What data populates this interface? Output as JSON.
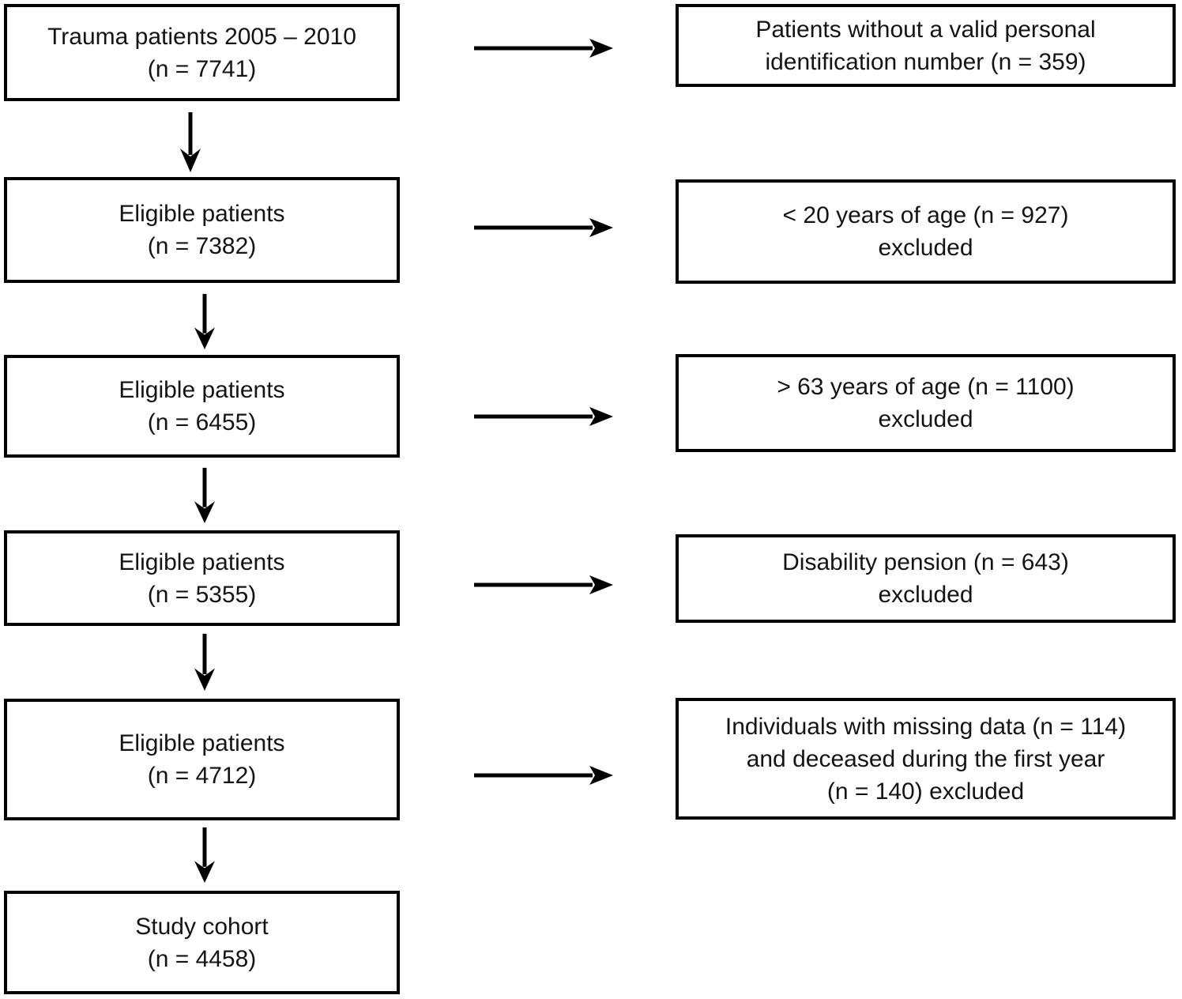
{
  "colors": {
    "border": "#000000",
    "arrow": "#000000",
    "text": "#141414",
    "background": "#ffffff"
  },
  "flow": {
    "left": [
      {
        "id": "trauma-patients-2005-2010",
        "lines": [
          "Trauma patients 2005 – 2010",
          "(n = 7741)"
        ]
      },
      {
        "id": "eligible-patients-7382",
        "lines": [
          "Eligible patients",
          "(n = 7382)"
        ]
      },
      {
        "id": "eligible-patients-6455",
        "lines": [
          "Eligible patients",
          "(n = 6455)"
        ]
      },
      {
        "id": "eligible-patients-5355",
        "lines": [
          "Eligible patients",
          "(n = 5355)"
        ]
      },
      {
        "id": "eligible-patients-4712",
        "lines": [
          "Eligible patients",
          "(n = 4712)"
        ]
      },
      {
        "id": "study-cohort-4458",
        "lines": [
          "Study cohort",
          "(n = 4458)"
        ]
      }
    ],
    "right": [
      {
        "id": "excluded-invalid-id",
        "lines": [
          "Patients without a valid personal",
          "identification number (n = 359)"
        ]
      },
      {
        "id": "excluded-under-20",
        "lines": [
          "< 20 years of age (n = 927)",
          "excluded"
        ]
      },
      {
        "id": "excluded-over-63",
        "lines": [
          "> 63 years of age (n = 1100)",
          "excluded"
        ]
      },
      {
        "id": "excluded-disability-pension",
        "lines": [
          "Disability pension (n = 643)",
          "excluded"
        ]
      },
      {
        "id": "excluded-missing-deceased",
        "lines": [
          "Individuals with missing data (n = 114)",
          "and deceased during the first year",
          "(n = 140) excluded"
        ]
      }
    ]
  }
}
